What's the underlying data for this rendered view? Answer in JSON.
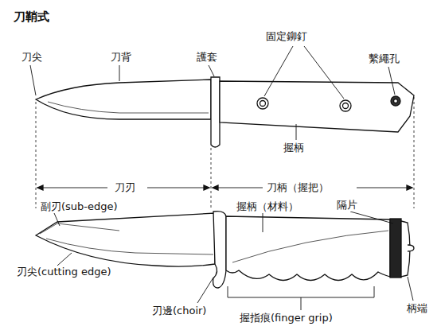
{
  "diagram": {
    "title": "刀鞘式",
    "labels": [
      "刀尖",
      "刀背",
      "護套",
      "固定鉚釘",
      "繫繩孔",
      "握柄",
      "刀刃",
      "刀柄（握把）",
      "副刃(sub-edge)",
      "握柄（材料）",
      "隔片",
      "刃尖(cutting edge)",
      "刃邊(choir)",
      "握指痕(finger grip)",
      "柄端"
    ]
  }
}
